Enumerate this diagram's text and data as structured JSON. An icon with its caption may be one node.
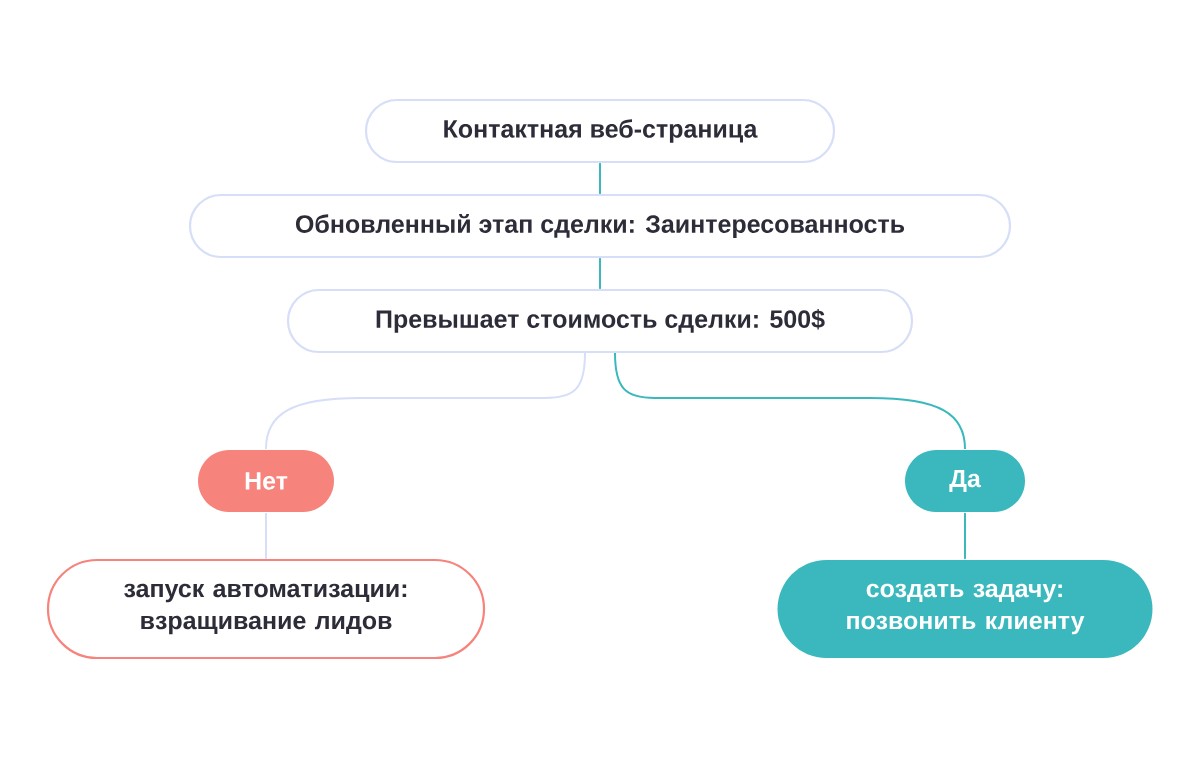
{
  "diagram": {
    "nodes": [
      {
        "text": [
          "Контактная веб-страница"
        ]
      },
      {
        "text": [
          "Обновленный этап сделки: Заинтересованность"
        ]
      },
      {
        "text": [
          "Превышает стоимость сделки: 500$"
        ]
      },
      {
        "text": [
          "Нет"
        ]
      },
      {
        "text": [
          "Да"
        ]
      },
      {
        "text": [
          "запуск автоматизации: взращивание лидов"
        ]
      },
      {
        "text": [
          "создать задачу: позвонить клиенту"
        ]
      }
    ],
    "edges": [
      {
        "from": 0,
        "to": 1,
        "arrow": "none"
      },
      {
        "from": 1,
        "to": 2,
        "arrow": "none"
      },
      {
        "from": 2,
        "to": 3,
        "arrow": "none",
        "color": "#d6def8"
      },
      {
        "from": 2,
        "to": 4,
        "arrow": "none"
      },
      {
        "from": 3,
        "to": 5,
        "arrow": "none",
        "color": "#d6def8"
      },
      {
        "from": 4,
        "to": 6,
        "arrow": "none"
      }
    ]
  }
}
